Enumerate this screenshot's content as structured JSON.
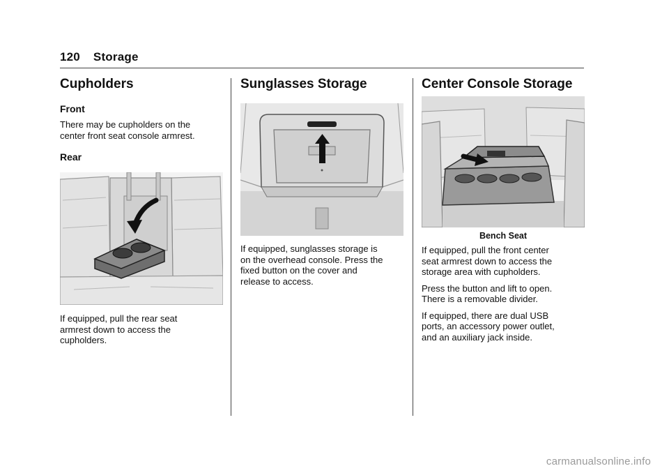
{
  "header": {
    "page_number": "120",
    "section": "Storage"
  },
  "left": {
    "title": "Cupholders",
    "front_heading": "Front",
    "front_text": [
      "There may be cupholders on the",
      "center front seat console armrest."
    ],
    "rear_heading": "Rear",
    "rear_text": [
      "If equipped, pull the rear seat",
      "armrest down to access the",
      "cupholders."
    ]
  },
  "middle": {
    "title": "Sunglasses Storage",
    "text": [
      "If equipped, sunglasses storage is",
      "on the overhead console. Press the",
      "fixed button on the cover and",
      "release to access."
    ]
  },
  "right": {
    "title": "Center Console Storage",
    "caption": "Bench Seat",
    "para1": [
      "If equipped, pull the front center",
      "seat armrest down to access the",
      "storage area with cupholders."
    ],
    "para2": [
      "Press the button and lift to open.",
      "There is a removable divider."
    ],
    "para3": [
      "If equipped, there are dual USB",
      "ports, an accessory power outlet,",
      "and an auxiliary jack inside."
    ]
  },
  "figures": {
    "rear_cupholder": "rear-armrest-cupholder-illustration",
    "sunglasses": "overhead-console-sunglasses-illustration",
    "console": "bench-seat-center-console-illustration"
  },
  "watermark": "carmanualsonline.info"
}
